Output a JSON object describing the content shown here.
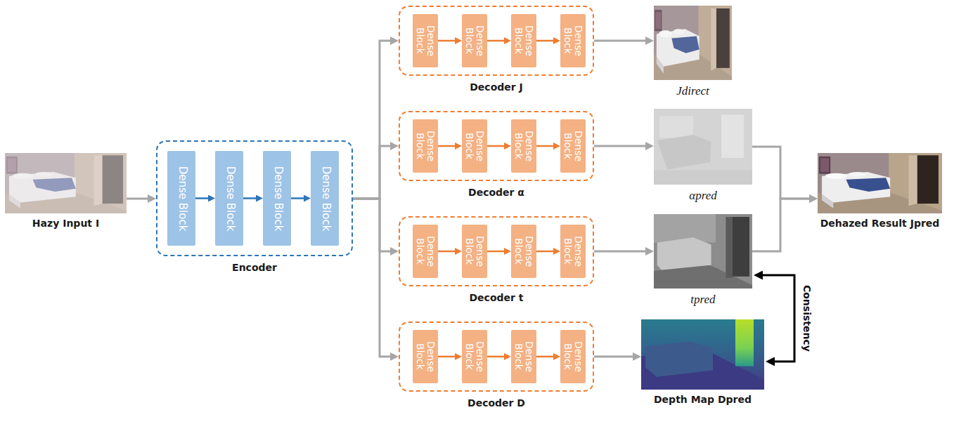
{
  "diagram": {
    "nodes": [
      {
        "text": [
          "Hazy Input I"
        ]
      },
      {
        "text": [
          "Encoder"
        ]
      },
      {
        "text": [
          "Dense Block"
        ],
        "in": 1
      },
      {
        "text": [
          "Dense Block"
        ],
        "in": 1
      },
      {
        "text": [
          "Dense Block"
        ],
        "in": 1
      },
      {
        "text": [
          "Dense Block"
        ],
        "in": 1
      },
      {
        "text": [
          "Decoder J"
        ]
      },
      {
        "text": [
          "Dense Block"
        ],
        "in": 6
      },
      {
        "text": [
          "Dense Block"
        ],
        "in": 6
      },
      {
        "text": [
          "Dense Block"
        ],
        "in": 6
      },
      {
        "text": [
          "Dense Block"
        ],
        "in": 6
      },
      {
        "text": [
          "Decoder α"
        ]
      },
      {
        "text": [
          "Dense Block"
        ],
        "in": 11
      },
      {
        "text": [
          "Dense Block"
        ],
        "in": 11
      },
      {
        "text": [
          "Dense Block"
        ],
        "in": 11
      },
      {
        "text": [
          "Dense Block"
        ],
        "in": 11
      },
      {
        "text": [
          "Decoder t"
        ]
      },
      {
        "text": [
          "Dense Block"
        ],
        "in": 16
      },
      {
        "text": [
          "Dense Block"
        ],
        "in": 16
      },
      {
        "text": [
          "Dense Block"
        ],
        "in": 16
      },
      {
        "text": [
          "Dense Block"
        ],
        "in": 16
      },
      {
        "text": [
          "Decoder D"
        ]
      },
      {
        "text": [
          "Dense Block"
        ],
        "in": 21
      },
      {
        "text": [
          "Dense Block"
        ],
        "in": 21
      },
      {
        "text": [
          "Dense Block"
        ],
        "in": 21
      },
      {
        "text": [
          "Dense Block"
        ],
        "in": 21
      },
      {
        "text": [
          "Jdirect"
        ]
      },
      {
        "text": [
          "αpred"
        ]
      },
      {
        "text": [
          "tpred"
        ]
      },
      {
        "text": [
          "Depth Map Dpred"
        ]
      },
      {
        "text": [
          "Dehazed Result Jpred"
        ]
      }
    ],
    "edges": [
      {
        "from": 0,
        "to": 1,
        "arrow": "to"
      },
      {
        "from": 1,
        "to": 6,
        "arrow": "to"
      },
      {
        "from": 1,
        "to": 11,
        "arrow": "to"
      },
      {
        "from": 1,
        "to": 16,
        "arrow": "to"
      },
      {
        "from": 1,
        "to": 21,
        "arrow": "to"
      },
      {
        "from": 2,
        "to": 3,
        "arrow": "to"
      },
      {
        "from": 3,
        "to": 4,
        "arrow": "to"
      },
      {
        "from": 4,
        "to": 5,
        "arrow": "to"
      },
      {
        "from": 7,
        "to": 8,
        "arrow": "to"
      },
      {
        "from": 8,
        "to": 9,
        "arrow": "to"
      },
      {
        "from": 9,
        "to": 10,
        "arrow": "to"
      },
      {
        "from": 12,
        "to": 13,
        "arrow": "to"
      },
      {
        "from": 13,
        "to": 14,
        "arrow": "to"
      },
      {
        "from": 14,
        "to": 15,
        "arrow": "to"
      },
      {
        "from": 17,
        "to": 18,
        "arrow": "to"
      },
      {
        "from": 18,
        "to": 19,
        "arrow": "to"
      },
      {
        "from": 19,
        "to": 20,
        "arrow": "to"
      },
      {
        "from": 22,
        "to": 23,
        "arrow": "to"
      },
      {
        "from": 23,
        "to": 24,
        "arrow": "to"
      },
      {
        "from": 24,
        "to": 25,
        "arrow": "to"
      },
      {
        "from": 6,
        "to": 26,
        "arrow": "to"
      },
      {
        "from": 11,
        "to": 27,
        "arrow": "to"
      },
      {
        "from": 16,
        "to": 28,
        "arrow": "to"
      },
      {
        "from": 21,
        "to": 29,
        "arrow": "to"
      },
      {
        "from": 27,
        "to": 30,
        "arrow": "to"
      },
      {
        "from": 28,
        "to": 30,
        "arrow": "to"
      },
      {
        "from": 28,
        "to": 29,
        "label": "Consistency",
        "arrow": "both"
      }
    ]
  }
}
